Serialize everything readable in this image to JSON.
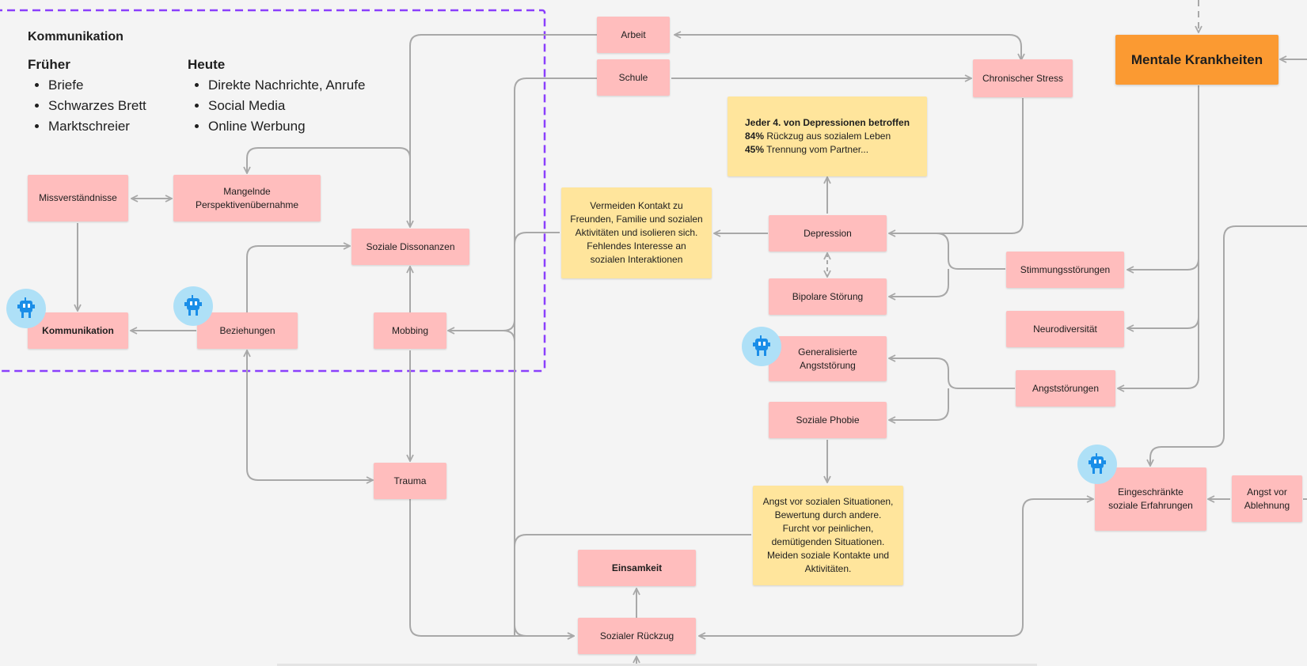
{
  "communication": {
    "title": "Kommunikation",
    "past": {
      "heading": "Früher",
      "items": [
        "Briefe",
        "Schwarzes Brett",
        "Marktschreier"
      ]
    },
    "present": {
      "heading": "Heute",
      "items": [
        "Direkte Nachrichte, Anrufe",
        "Social Media",
        "Online Werbung"
      ]
    }
  },
  "nodes": {
    "arbeit": "Arbeit",
    "schule": "Schule",
    "chronischer_stress": "Chronischer Stress",
    "mentale_krankheiten": "Mentale Krankheiten",
    "missverstaendnisse": "Missverständnisse",
    "perspektive_line1": "Mangelnde",
    "perspektive_line2": "Perspektivenübernahme",
    "soziale_dissonanzen": "Soziale Dissonanzen",
    "kommunikation": "Kommunikation",
    "beziehungen": "Beziehungen",
    "mobbing": "Mobbing",
    "depression": "Depression",
    "bipolare": "Bipolare Störung",
    "stimmung": "Stimmungsstörungen",
    "neuro": "Neurodiversität",
    "gen_angst_line1": "Generalisierte",
    "gen_angst_line2": "Angststörung",
    "soziale_phobie": "Soziale Phobie",
    "angststoerungen": "Angststörungen",
    "trauma": "Trauma",
    "einsamkeit": "Einsamkeit",
    "rueckzug": "Sozialer Rückzug",
    "eingeschraenkt_line1": "Eingeschränkte",
    "eingeschraenkt_line2": "soziale Erfahrungen",
    "ablehnung_line1": "Angst vor",
    "ablehnung_line2": "Ablehnung"
  },
  "stickies": {
    "stats": {
      "line1": "Jeder 4. von Depressionen betroffen",
      "line2_pct": "84%",
      "line2_text": " Rückzug aus sozialem Leben",
      "line3_pct": "45%",
      "line3_text": " Trennung vom Partner..."
    },
    "vermeiden": [
      "Vermeiden Kontakt zu",
      "Freunden, Familie und sozialen",
      "Aktivitäten und isolieren sich.",
      "Fehlendes Interesse an",
      "sozialen Interaktionen"
    ],
    "angst_sozial": [
      "Angst vor sozialen Situationen,",
      "Bewertung durch andere.",
      "Furcht vor peinlichen,",
      "demütigenden Situationen.",
      "Meiden soziale Kontakte und",
      "Aktivitäten."
    ]
  },
  "colors": {
    "node": "#ffbdbd",
    "sticky": "#ffe59c",
    "accent": "#fb9a32",
    "section_border": "#8a3ffc",
    "connector": "#a8a8a8",
    "avatar_bg": "#aee0f7",
    "avatar_icon": "#1a8ee8"
  },
  "icons": [
    "robot-avatar-icon"
  ]
}
